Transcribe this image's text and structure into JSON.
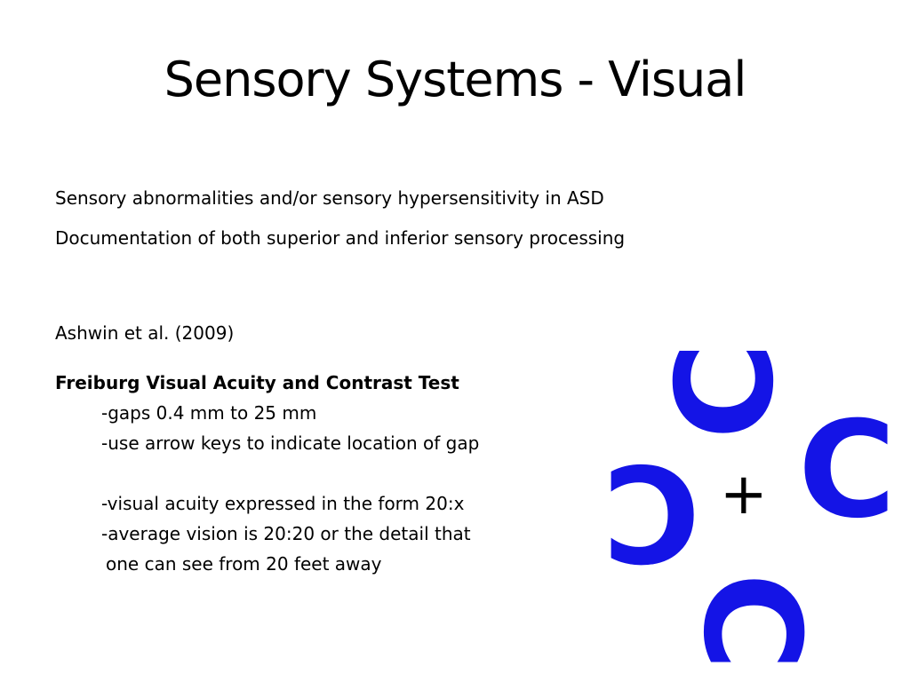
{
  "slide": {
    "title": "Sensory Systems -  Visual",
    "intro": [
      "Sensory abnormalities and/or sensory hypersensitivity in ASD",
      "Documentation of both superior and inferior sensory processing"
    ],
    "citation": "Ashwin et al. (2009)",
    "test": {
      "name": "Freiburg Visual Acuity and Contrast Test",
      "details": [
        "-gaps 0.4 mm to 25 mm",
        "-use arrow keys to indicate location of gap",
        "",
        "-visual acuity expressed in the form 20:x",
        "-average vision is 20:20 or the detail that",
        "one can see from 20 feet away"
      ]
    }
  },
  "stimulus": {
    "landolt_glyph": "C",
    "fixation_glyph": "+",
    "color": "#1414e6"
  }
}
